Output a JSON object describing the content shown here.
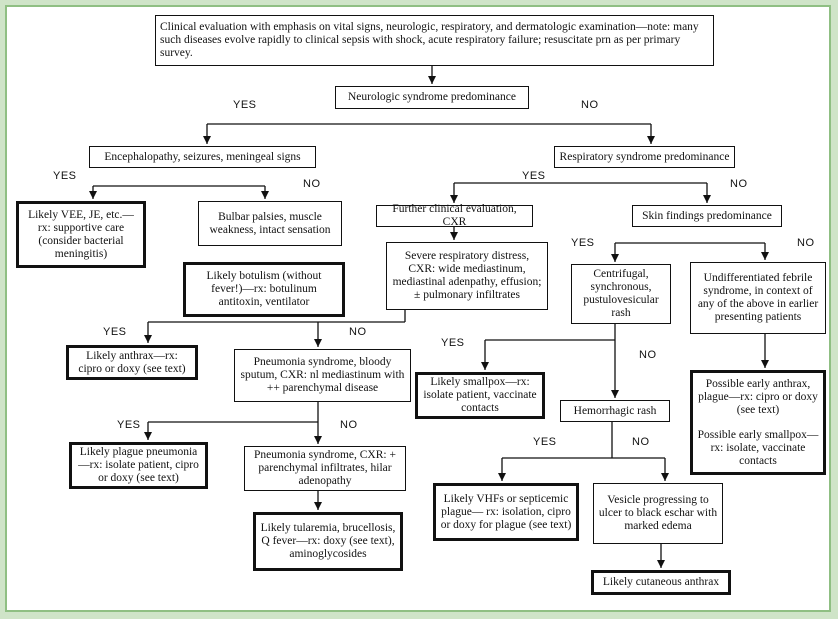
{
  "nodes": {
    "root": "Clinical evaluation with emphasis on vital signs, neurologic, respiratory, and dermatologic examination—note: many such diseases evolve rapidly to clinical sepsis with shock, acute respiratory failure; resuscitate prn as per primary survey.",
    "neuro": "Neurologic syndrome predominance",
    "enceph": "Encephalopathy, seizures, meningeal signs",
    "resp": "Respiratory syndrome predominance",
    "vee": "Likely VEE, JE, etc.—rx: supportive care (consider bacterial meningitis)",
    "bulbar": "Bulbar palsies, muscle weakness, intact sensation",
    "botulism": "Likely botulism (without fever!)—rx: botulinum antitoxin, ventilator",
    "further": "Further clinical evaluation, CXR",
    "skin": "Skin findings predominance",
    "severe": "Severe respiratory distress, CXR: wide mediastinum, mediastinal adenpathy, effusion; ± pulmonary infiltrates",
    "centrifugal": "Centrifugal, synchronous, pustulovesicular rash",
    "undiff": "Undifferentiated febrile syndrome, in context of any of the above in earlier presenting patients",
    "anthrax": "Likely anthrax—rx: cipro or doxy (see text)",
    "pneumonia1": "Pneumonia syndrome, bloody sputum, CXR: nl mediastinum with ++ parenchymal disease",
    "smallpox": "Likely smallpox—rx: isolate patient, vaccinate contacts",
    "hemorrhagic": "Hemorrhagic rash",
    "possible_anthrax": "Possible early anthrax, plague—rx: cipro or doxy (see text)",
    "possible_smallpox": "Possible early smallpox—rx: isolate, vaccinate contacts",
    "plague": "Likely plague pneumonia—rx: isolate patient, cipro or doxy (see text)",
    "pneumonia2": "Pneumonia syndrome, CXR: + parenchymal infiltrates, hilar adenopathy",
    "tularemia": "Likely tularemia, brucellosis, Q fever—rx: doxy (see text), aminoglycosides",
    "vhf": "Likely VHFs or septicemic plague— rx: isolation, cipro or doxy for plague (see text)",
    "vesicle": "Vesicle progressing to ulcer to black eschar with marked edema",
    "cutaneous": "Likely cutaneous anthrax"
  },
  "labels": {
    "yes": "YES",
    "no": "NO"
  },
  "colors": {
    "frame_bg": "#cfe4c8",
    "frame_border": "#8fbf83",
    "line": "#111111"
  }
}
